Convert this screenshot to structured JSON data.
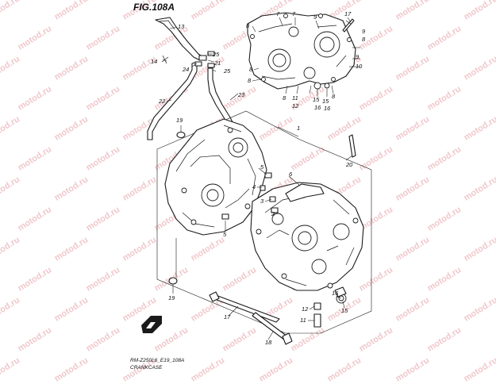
{
  "figure": {
    "title": "FIG.108A",
    "model_code": "RM-Z250L6_E19_108A",
    "caption": "CRANKCASE",
    "watermark": "motod.ru"
  },
  "callouts": [
    {
      "id": "c13",
      "label": "13"
    },
    {
      "id": "c14",
      "label": "14"
    },
    {
      "id": "c25a",
      "label": "25"
    },
    {
      "id": "c21",
      "label": "21"
    },
    {
      "id": "c24",
      "label": "24"
    },
    {
      "id": "c25b",
      "label": "25"
    },
    {
      "id": "c22",
      "label": "22"
    },
    {
      "id": "c23",
      "label": "23"
    },
    {
      "id": "c19a",
      "label": "19"
    },
    {
      "id": "c8a",
      "label": "8"
    },
    {
      "id": "c7a",
      "label": "7"
    },
    {
      "id": "c7b",
      "label": "7"
    },
    {
      "id": "c9a",
      "label": "9"
    },
    {
      "id": "c17a",
      "label": "17"
    },
    {
      "id": "c9b",
      "label": "9"
    },
    {
      "id": "c8b",
      "label": "8"
    },
    {
      "id": "c9c",
      "label": "9"
    },
    {
      "id": "c10",
      "label": "10"
    },
    {
      "id": "c8c",
      "label": "8"
    },
    {
      "id": "c8d",
      "label": "8"
    },
    {
      "id": "c11a",
      "label": "11"
    },
    {
      "id": "c8e",
      "label": "8"
    },
    {
      "id": "c12a",
      "label": "12"
    },
    {
      "id": "c15a",
      "label": "15"
    },
    {
      "id": "c16a",
      "label": "16"
    },
    {
      "id": "c8f",
      "label": "8"
    },
    {
      "id": "c15b",
      "label": "15"
    },
    {
      "id": "c16b",
      "label": "16"
    },
    {
      "id": "c1",
      "label": "1"
    },
    {
      "id": "c20",
      "label": "20"
    },
    {
      "id": "c6",
      "label": "6"
    },
    {
      "id": "c5a",
      "label": "5"
    },
    {
      "id": "c4",
      "label": "4"
    },
    {
      "id": "c3",
      "label": "3"
    },
    {
      "id": "c2",
      "label": "2"
    },
    {
      "id": "c5b",
      "label": "5"
    },
    {
      "id": "c19b",
      "label": "19"
    },
    {
      "id": "c17b",
      "label": "17"
    },
    {
      "id": "c18",
      "label": "18"
    },
    {
      "id": "c12b",
      "label": "12"
    },
    {
      "id": "c11b",
      "label": "11"
    },
    {
      "id": "c16c",
      "label": "16"
    },
    {
      "id": "c15c",
      "label": "15"
    }
  ]
}
